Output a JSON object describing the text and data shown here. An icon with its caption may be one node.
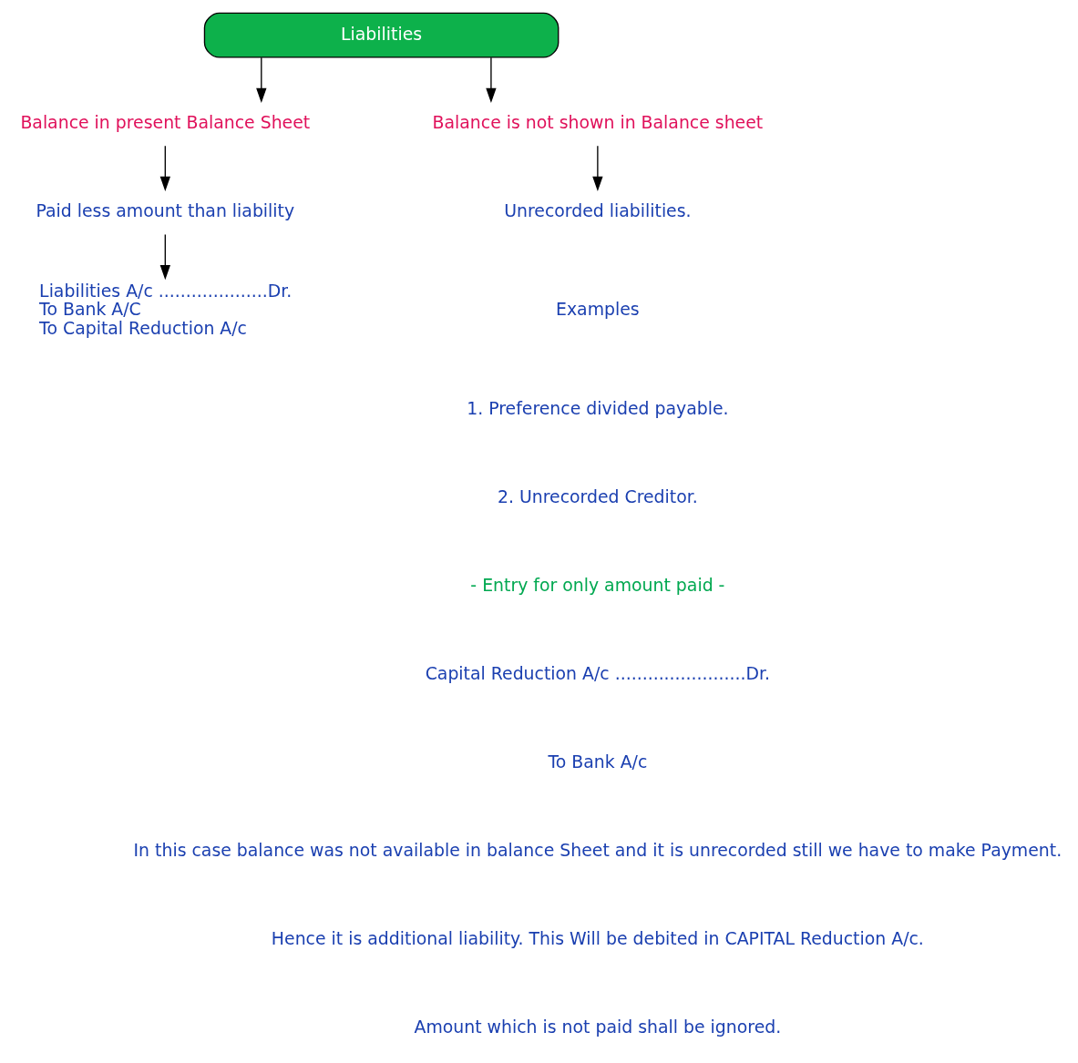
{
  "diagram": {
    "nodes": [
      {
        "text": [
          "Liabilities"
        ]
      },
      {
        "text": [
          "Balance in present Balance Sheet"
        ]
      },
      {
        "text": [
          "Balance is not shown in Balance sheet"
        ]
      },
      {
        "text": [
          "Paid less amount than liability"
        ]
      },
      {
        "text": [
          "Unrecorded liabilities."
        ]
      },
      {
        "text": [
          "Liabilities A/c ....................Dr.",
          "To Bank A/C",
          "To Capital Reduction A/c"
        ]
      }
    ],
    "edges": [
      {
        "from": 0,
        "to": 1,
        "arrow": "to"
      },
      {
        "from": 0,
        "to": 2,
        "arrow": "to"
      },
      {
        "from": 1,
        "to": 3,
        "arrow": "to"
      },
      {
        "from": 2,
        "to": 4,
        "arrow": "to"
      },
      {
        "from": 3,
        "to": 5,
        "arrow": "to"
      }
    ],
    "labels": [
      "Examples",
      "1. Preference divided payable.",
      "2. Unrecorded Creditor.",
      "- Entry for only amount paid -",
      "Capital Reduction A/c ........................Dr.",
      "To Bank A/c",
      "In this case balance was not available in balance Sheet and it is unrecorded still we have to make Payment.",
      "Hence it is additional liability. This Will be debited in CAPITAL Reduction A/c.",
      "Amount which is not paid shall be ignored."
    ]
  }
}
